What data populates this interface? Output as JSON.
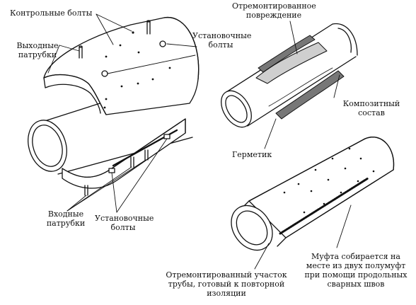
{
  "labels": {
    "control_bolts": "Контрольные болты",
    "outlet_pipes_1": "Выходные",
    "outlet_pipes_2": "патрубки",
    "mounting_bolts_top_1": "Установочные",
    "mounting_bolts_top_2": "болты",
    "repaired_damage_1": "Отремонтированное",
    "repaired_damage_2": "повреждение",
    "composite_1": "Композитный",
    "composite_2": "состав",
    "sealant": "Герметик",
    "inlet_pipes_1": "Входные",
    "inlet_pipes_2": "патрубки",
    "mounting_bolts_bottom_1": "Установочные",
    "mounting_bolts_bottom_2": "болты",
    "repaired_section_1": "Отремонтированный участок",
    "repaired_section_2": "трубы, готовый к повторной",
    "repaired_section_3": "изоляции",
    "sleeve_note_1": "Муфта собирается на",
    "sleeve_note_2": "месте из двух полумуфт",
    "sleeve_note_3": "при помощи продольных",
    "sleeve_note_4": "сварных швов"
  },
  "colors": {
    "line": "#111111",
    "fill": "#ffffff",
    "damage": "#c8c8c8",
    "sealant": "#555555"
  }
}
